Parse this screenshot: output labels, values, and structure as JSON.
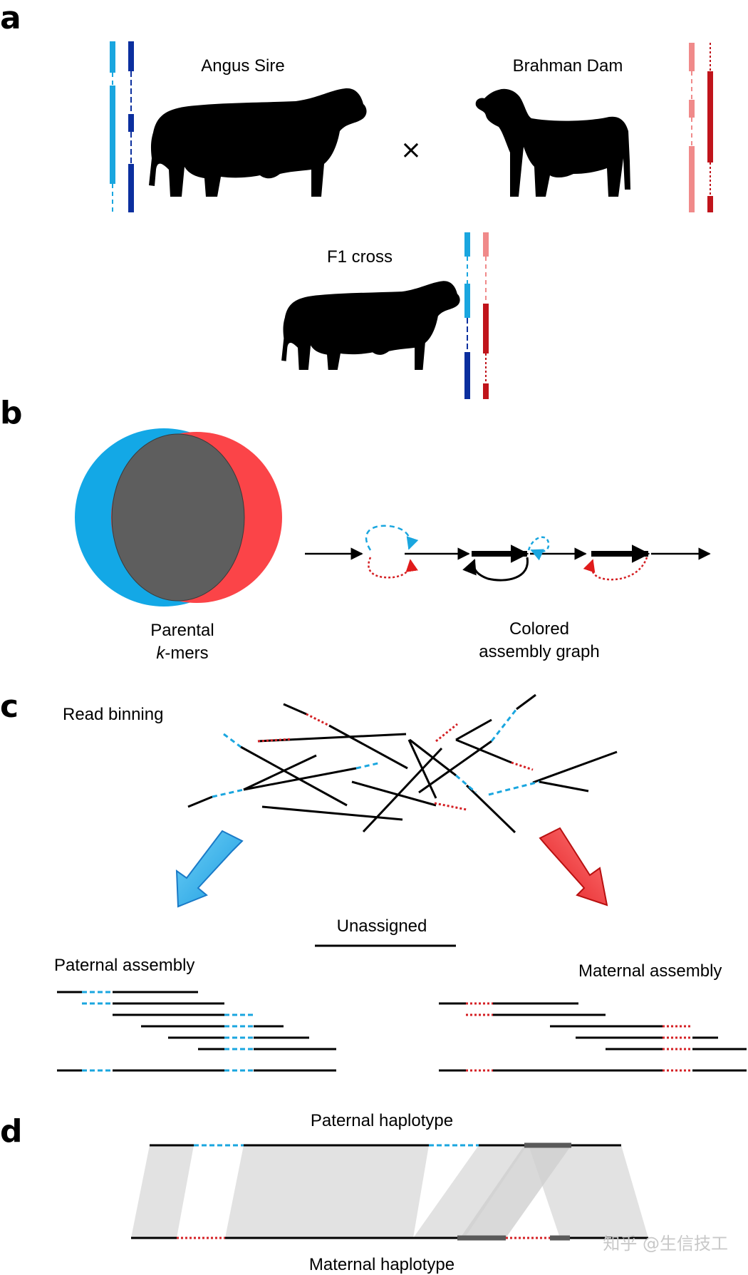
{
  "panels": {
    "a": {
      "label": "a",
      "sire_label": "Angus Sire",
      "dam_label": "Brahman Dam",
      "cross_symbol": "×",
      "f1_label": "F1 cross"
    },
    "b": {
      "label": "b",
      "kmers_label_line1": "Parental",
      "kmers_label_italic": "k",
      "kmers_label_rest": "-mers",
      "graph_label_line1": "Colored",
      "graph_label_line2": "assembly graph"
    },
    "c": {
      "label": "c",
      "read_binning_label": "Read binning",
      "unassigned_label": "Unassigned",
      "paternal_assembly_label": "Paternal assembly",
      "maternal_assembly_label": "Maternal assembly"
    },
    "d": {
      "label": "d",
      "paternal_haplotype_label": "Paternal haplotype",
      "maternal_haplotype_label": "Maternal haplotype"
    }
  },
  "watermark": "知乎 @生信技工",
  "colors": {
    "paternal_light": "#1aa6df",
    "paternal_dark": "#0b2f9e",
    "maternal_light": "#f08a8a",
    "maternal_dark": "#c0141b",
    "maternal_dotted": "#d42024",
    "venn_blue": "#13a8e6",
    "venn_red": "#fb4448",
    "venn_overlap": "#5e5e5e",
    "synteny": "#e2e2e2",
    "gap_block": "#5a5a5a"
  }
}
